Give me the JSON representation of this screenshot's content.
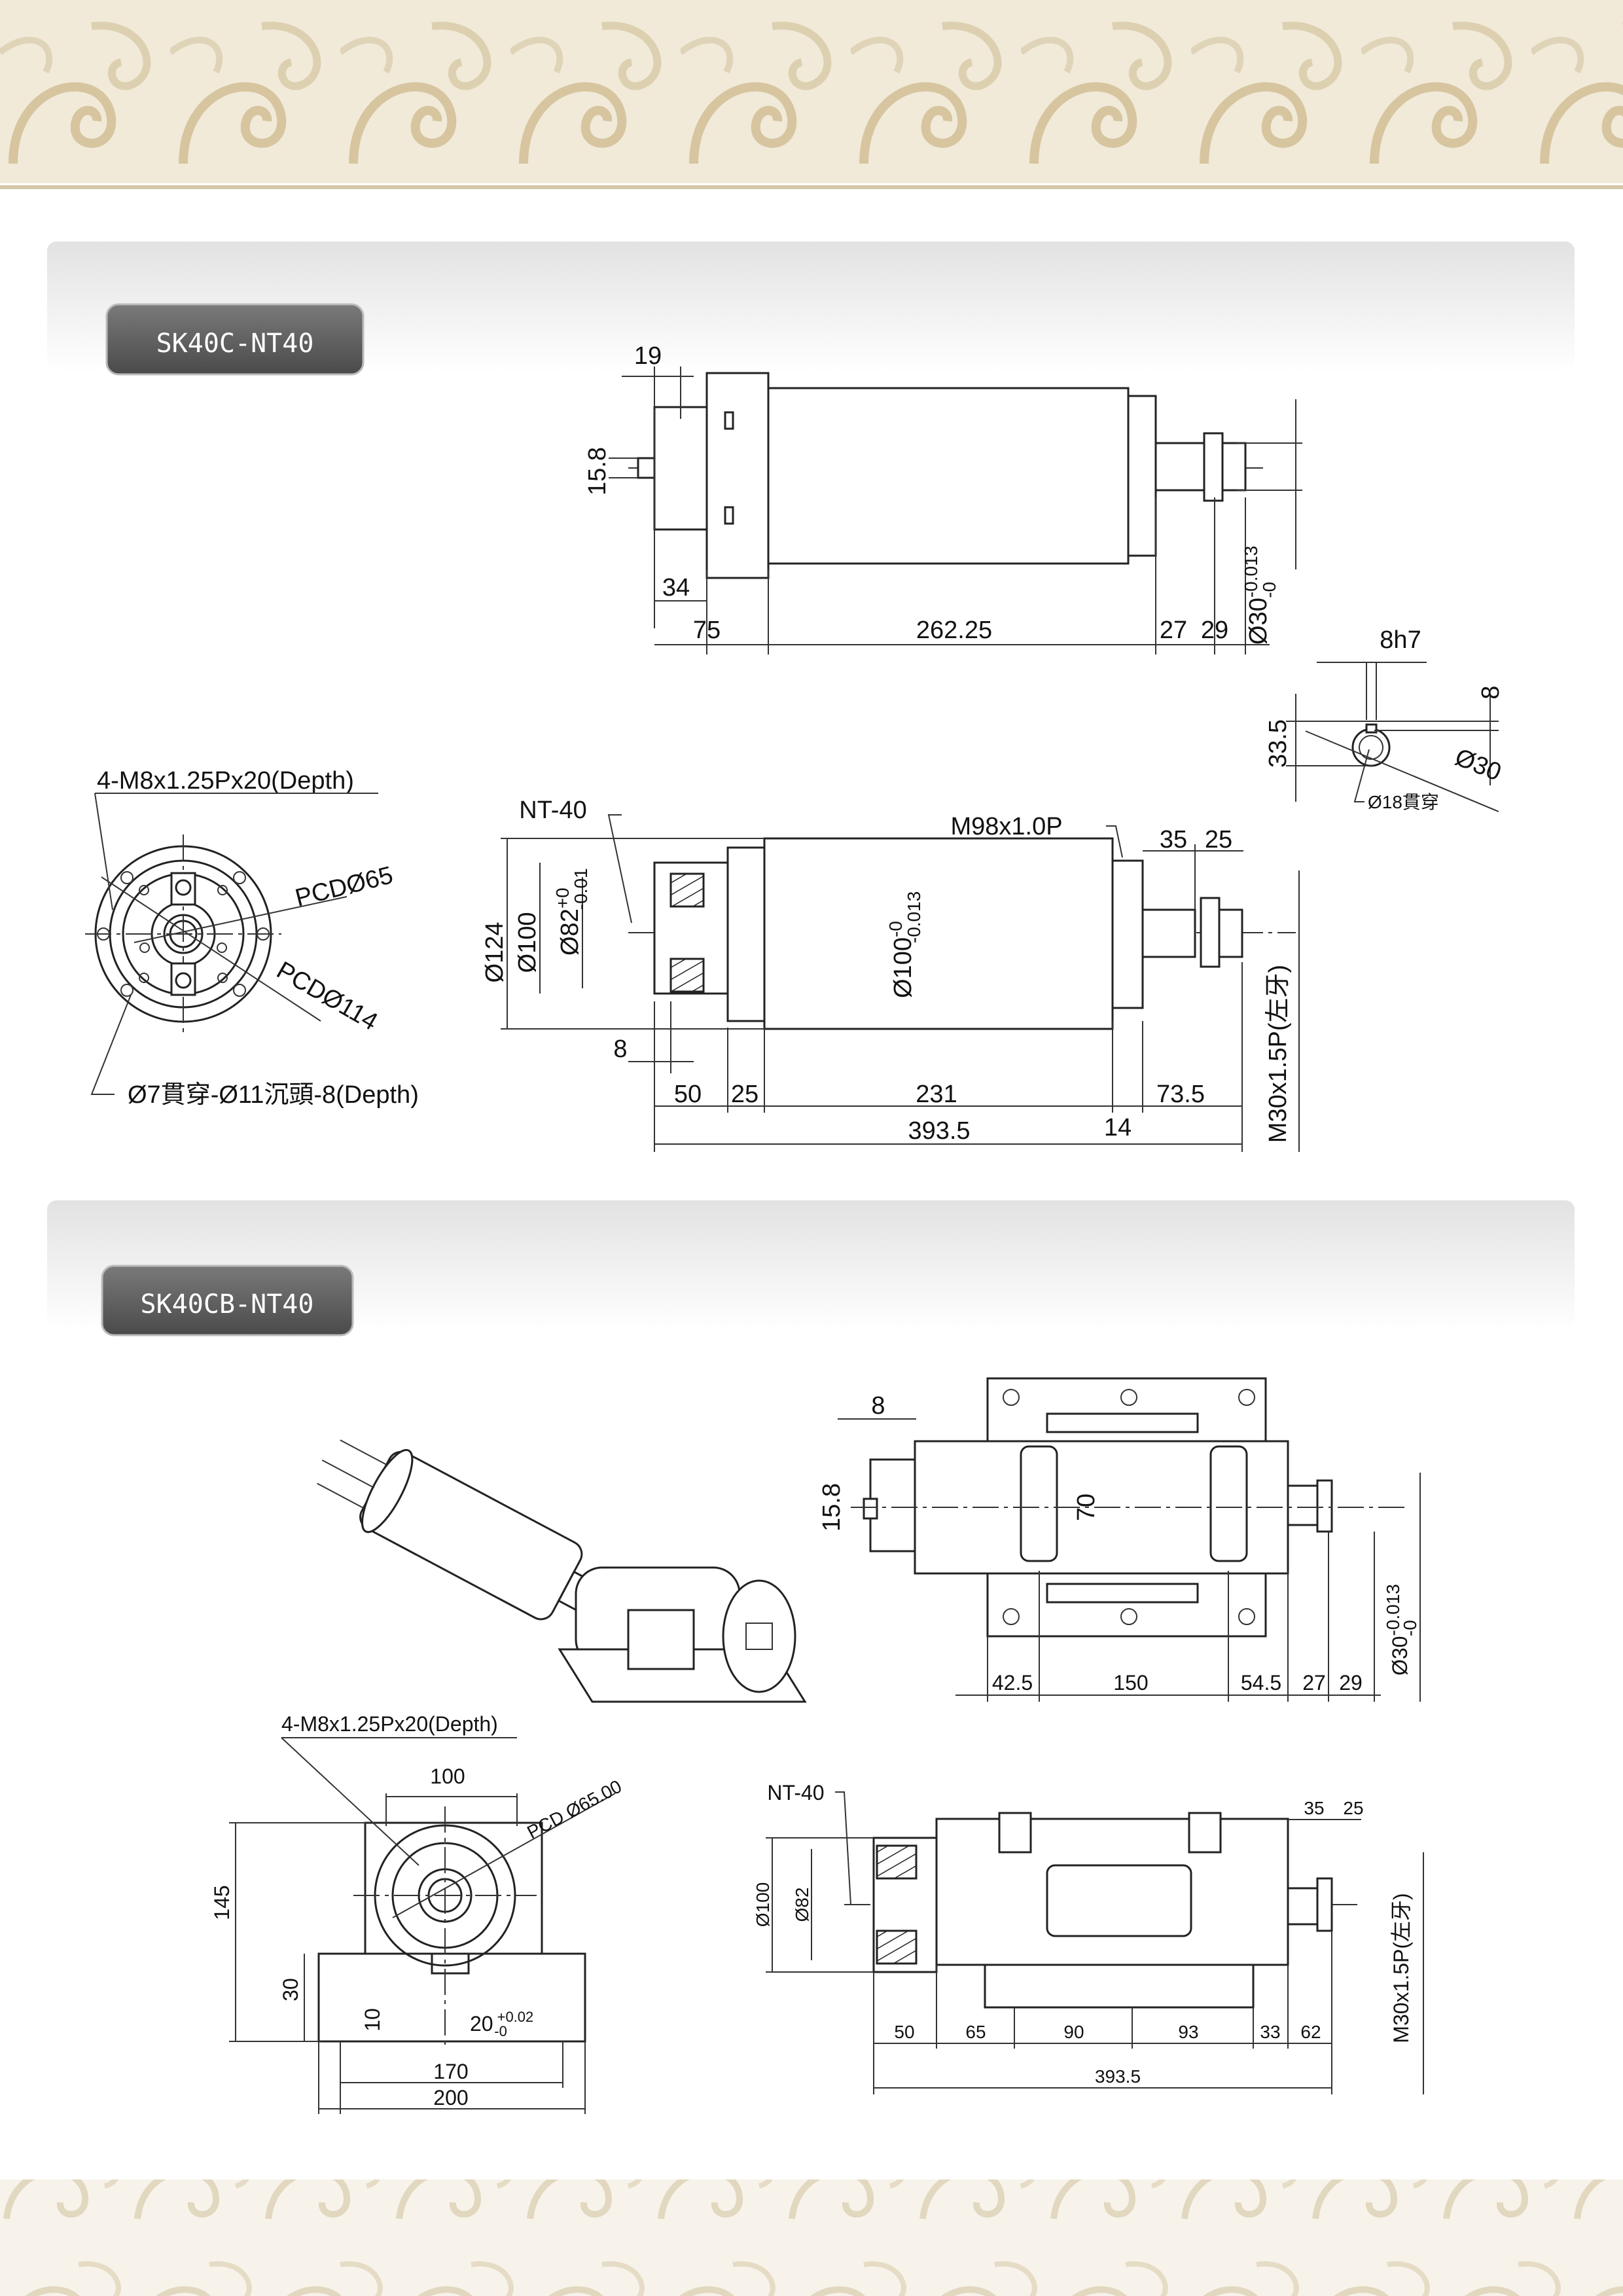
{
  "colors": {
    "banner": "#efe7d6",
    "banner_curl": "#d9c9a6",
    "panel_top": "#e4e4e4",
    "label_bg": "#5a5a5a"
  },
  "section1": {
    "title": "SK40C-NT40",
    "top_view": {
      "d19": "19",
      "d15_8": "15.8",
      "d34": "34",
      "d75": "75",
      "d262_25": "262.25",
      "d27": "27",
      "d29": "29",
      "shaft_dia": "Ø30",
      "shaft_tol_upper": "-0.013",
      "shaft_tol_lower": "-0"
    },
    "key_view": {
      "d8h7": "8h7",
      "d8": "8",
      "d33_5": "33.5",
      "dia30": "Ø30",
      "bore": "Ø18貫穿"
    },
    "front_view": {
      "tap_note": "4-M8x1.25Px20(Depth)",
      "pcd65": "PCDØ65",
      "pcd114": "PCDØ114",
      "hole_note": "Ø7貫穿-Ø11沉頭-8(Depth)"
    },
    "side_view": {
      "nt40": "NT-40",
      "thread": "M98x1.0P",
      "d35": "35",
      "d25": "25",
      "dia124": "Ø124",
      "dia100": "Ø100",
      "dia82": "Ø82",
      "dia82_tol_upper": "+0",
      "dia82_tol_lower": "-0.01",
      "body_dia": "Ø100",
      "body_tol_upper": "-0",
      "body_tol_lower": "-0.013",
      "d8": "8",
      "d50": "50",
      "d25b": "25",
      "d231": "231",
      "d73_5": "73.5",
      "d14": "14",
      "total": "393.5",
      "shaft_thread": "M30x1.5P(左牙)"
    }
  },
  "section2": {
    "title": "SK40CB-NT40",
    "top_view": {
      "d8": "8",
      "d15_8": "15.8",
      "d70": "70",
      "d42_5": "42.5",
      "d150": "150",
      "d54_5": "54.5",
      "d27": "27",
      "d29": "29",
      "shaft_dia": "Ø30",
      "shaft_tol_upper": "-0.013",
      "shaft_tol_lower": "-0"
    },
    "front_view": {
      "tap_note": "4-M8x1.25Px20(Depth)",
      "d100": "100",
      "pcd": "PCD Ø65.00",
      "d145": "145",
      "d30": "30",
      "d10": "10",
      "d20": "20",
      "d20_tol_upper": "+0.02",
      "d20_tol_lower": "-0",
      "d170": "170",
      "d200": "200"
    },
    "side_view": {
      "nt40": "NT-40",
      "dia100": "Ø100",
      "dia82": "Ø82",
      "d35": "35",
      "d25": "25",
      "d50": "50",
      "d65": "65",
      "d90": "90",
      "d93": "93",
      "d33": "33",
      "d62": "62",
      "total": "393.5",
      "shaft_thread": "M30x1.5P(左牙)"
    }
  }
}
